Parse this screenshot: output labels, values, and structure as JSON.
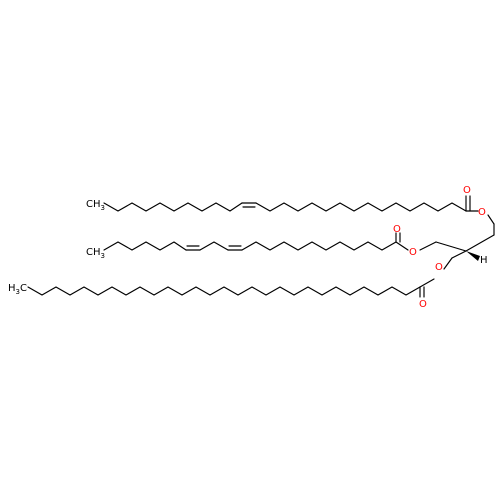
{
  "colors": {
    "background": "#ffffff",
    "bond": "#000000",
    "oxygen": "#ff0000"
  },
  "labels": {
    "ch3_left_top": "CH",
    "ch3_left_top_sub": "3",
    "ch3_left_mid": "CH",
    "ch3_left_mid_sub": "3",
    "ch3_left_bottom": "H",
    "ch3_left_bottom_sub": "3",
    "ch3_left_bottom_c": "C",
    "o_carbonyl_top": "O",
    "o_ester_top": "O",
    "o_carbonyl_mid": "O",
    "o_ester_mid": "O",
    "o_carbonyl_bottom": "O",
    "o_ester_bottom": "O",
    "h_stereo": "H"
  }
}
